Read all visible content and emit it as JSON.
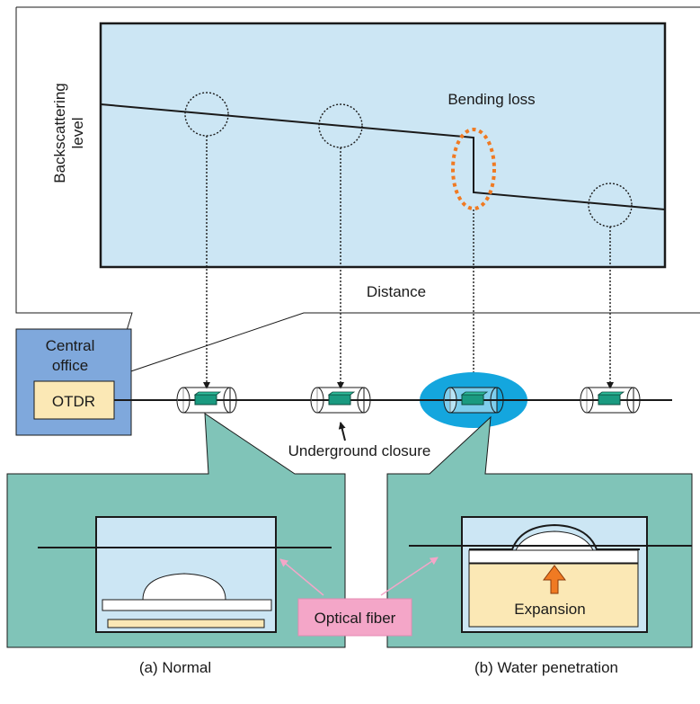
{
  "plot": {
    "y_axis_label_line1": "Backscattering",
    "y_axis_label_line2": "level",
    "x_axis_label": "Distance",
    "annotation": "Bending loss"
  },
  "network": {
    "office_label_line1": "Central",
    "office_label_line2": "office",
    "otdr_label": "OTDR",
    "closure_label": "Underground closure"
  },
  "panels": {
    "fiber_label": "Optical fiber",
    "expansion_label": "Expansion",
    "caption_a": "(a) Normal",
    "caption_b": "(b) Water penetration"
  },
  "colors": {
    "plot_bg": "#cce6f4",
    "office_box": "#7fa8dc",
    "otdr_box": "#fbe8b5",
    "closure_green": "#1a9a80",
    "water_blob": "#14a6de",
    "panel_bg": "#80c4b8",
    "fiber_label_bg": "#f4a6c8",
    "bending_ellipse": "#f07a22",
    "expansion_arrow": "#f07a22"
  }
}
